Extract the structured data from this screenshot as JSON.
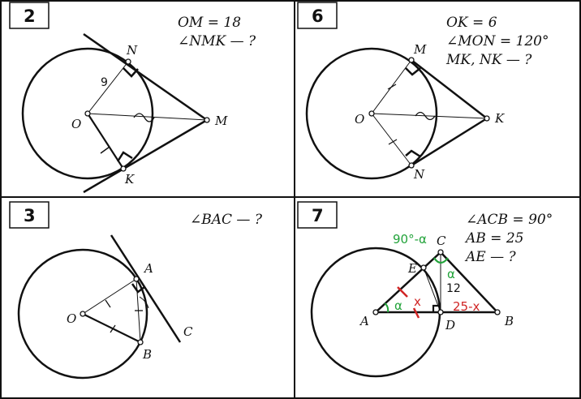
{
  "problems": [
    {
      "number": "2",
      "given": [
        "OM = 18",
        "∠NMK — ?"
      ],
      "points": [
        "O",
        "N",
        "K",
        "M"
      ],
      "segment_label": "9"
    },
    {
      "number": "6",
      "given": [
        "OK = 6",
        "∠MON = 120°",
        "MK, NK — ?"
      ],
      "points": [
        "O",
        "M",
        "N",
        "K"
      ]
    },
    {
      "number": "3",
      "given": [
        "∠BAC — ?"
      ],
      "points": [
        "O",
        "A",
        "B",
        "C"
      ]
    },
    {
      "number": "7",
      "given": [
        "∠ACB = 90°",
        "AB = 25",
        "AE — ?"
      ],
      "points": [
        "A",
        "B",
        "C",
        "D",
        "E"
      ],
      "segment_label": "12",
      "annotations": {
        "angle_c": "90°-α",
        "alpha_c": "α",
        "alpha_a": "α",
        "x": "x",
        "rest": "25-x"
      }
    }
  ],
  "colors": {
    "annotation_green": "#22a33a",
    "annotation_red": "#d02525",
    "lines": "#111111"
  }
}
